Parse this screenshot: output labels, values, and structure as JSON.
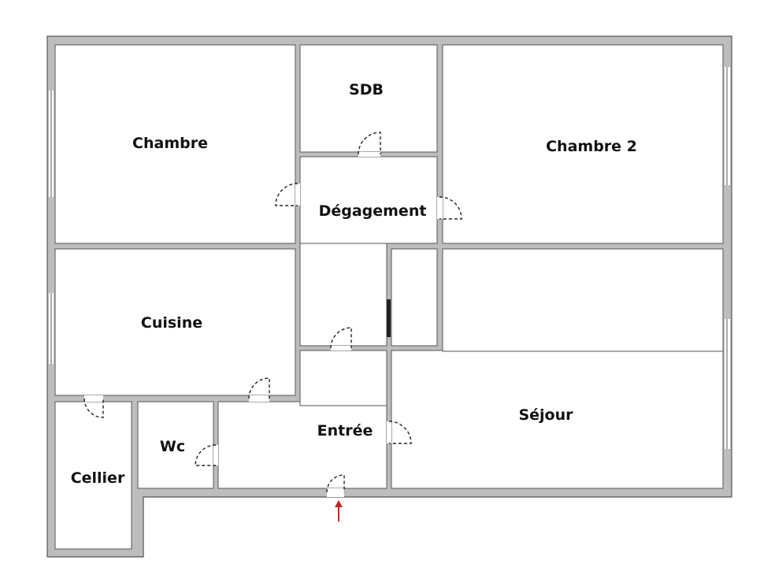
{
  "plan": {
    "colors": {
      "wall_fill": "#bdbdbd",
      "wall_stroke": "#555555",
      "floor": "#ffffff",
      "door_line": "#222222",
      "entry_arrow": "#cc1f1f"
    },
    "rooms": {
      "chambre": "Chambre",
      "sdb": "SDB",
      "chambre2": "Chambre 2",
      "degagement": "Dégagement",
      "cuisine": "Cuisine",
      "wc": "Wc",
      "cellier": "Cellier",
      "entree": "Entrée",
      "sejour": "Séjour"
    },
    "entry_icon": "red-up-arrow-icon"
  }
}
